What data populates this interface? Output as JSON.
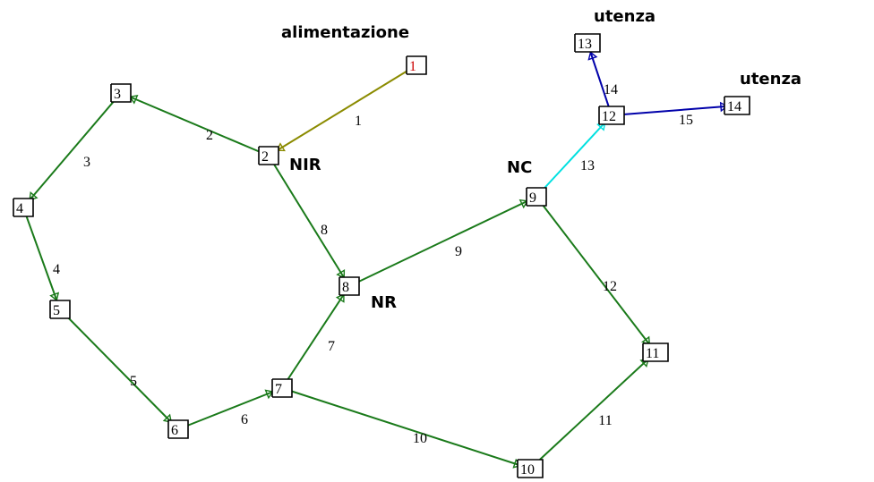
{
  "colors": {
    "main": "#1a7a1a",
    "feed": "#8b8b00",
    "user_line": "#0000aa",
    "link": "#00e0e0"
  },
  "annotations": [
    {
      "id": "alimentazione",
      "text": "alimentazione"
    },
    {
      "id": "nir",
      "text": "NIR"
    },
    {
      "id": "nr",
      "text": "NR"
    },
    {
      "id": "nc",
      "text": "NC"
    },
    {
      "id": "utenza-1",
      "text": "utenza"
    },
    {
      "id": "utenza-2",
      "text": "utenza"
    }
  ],
  "nodes": [
    {
      "id": 1,
      "label": "1"
    },
    {
      "id": 2,
      "label": "2"
    },
    {
      "id": 3,
      "label": "3"
    },
    {
      "id": 4,
      "label": "4"
    },
    {
      "id": 5,
      "label": "5"
    },
    {
      "id": 6,
      "label": "6"
    },
    {
      "id": 7,
      "label": "7"
    },
    {
      "id": 8,
      "label": "8"
    },
    {
      "id": 9,
      "label": "9"
    },
    {
      "id": 10,
      "label": "10"
    },
    {
      "id": 11,
      "label": "11"
    },
    {
      "id": 12,
      "label": "12"
    },
    {
      "id": 13,
      "label": "13"
    },
    {
      "id": 14,
      "label": "14"
    }
  ],
  "edges": [
    {
      "label": "1",
      "from": 1,
      "to": 2,
      "color": "feed"
    },
    {
      "label": "2",
      "from": 2,
      "to": 3,
      "color": "main"
    },
    {
      "label": "3",
      "from": 3,
      "to": 4,
      "color": "main"
    },
    {
      "label": "4",
      "from": 4,
      "to": 5,
      "color": "main"
    },
    {
      "label": "5",
      "from": 5,
      "to": 6,
      "color": "main"
    },
    {
      "label": "6",
      "from": 6,
      "to": 7,
      "color": "main"
    },
    {
      "label": "7",
      "from": 7,
      "to": 8,
      "color": "main"
    },
    {
      "label": "8",
      "from": 2,
      "to": 8,
      "color": "main"
    },
    {
      "label": "9",
      "from": 8,
      "to": 9,
      "color": "main"
    },
    {
      "label": "10",
      "from": 7,
      "to": 10,
      "color": "main"
    },
    {
      "label": "11",
      "from": 10,
      "to": 11,
      "color": "main"
    },
    {
      "label": "12",
      "from": 9,
      "to": 11,
      "color": "main"
    },
    {
      "label": "13",
      "from": 9,
      "to": 12,
      "color": "link"
    },
    {
      "label": "14",
      "from": 12,
      "to": 13,
      "color": "user_line"
    },
    {
      "label": "15",
      "from": 12,
      "to": 14,
      "color": "user_line"
    }
  ]
}
